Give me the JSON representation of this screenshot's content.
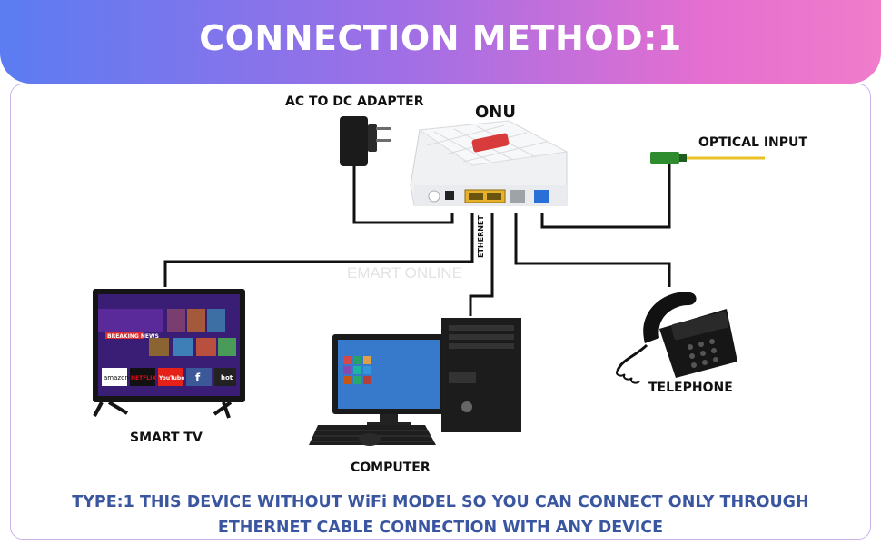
{
  "header": {
    "title": "CONNECTION METHOD:1"
  },
  "labels": {
    "adapter": "AC TO DC ADAPTER",
    "onu": "ONU",
    "optical": "OPTICAL INPUT",
    "ethernet": "ETHERNET",
    "smart_tv": "SMART TV",
    "computer": "COMPUTER",
    "telephone": "TELEPHONE",
    "watermark": "EMART ONLINE"
  },
  "tv_screen": {
    "breaking": "BREAKING NEWS",
    "apps": [
      "amazon",
      "NETFLIX",
      "YouTube",
      "f",
      "hot"
    ]
  },
  "caption": {
    "line1": "TYPE:1 THIS DEVICE WITHOUT WiFi MODEL SO YOU CAN CONNECT ONLY THROUGH",
    "line2": "ETHERNET CABLE CONNECTION WITH ANY DEVICE"
  },
  "colors": {
    "caption": "#3b56a0",
    "banner_start": "#5b7cf2",
    "banner_end": "#f07ccb"
  }
}
